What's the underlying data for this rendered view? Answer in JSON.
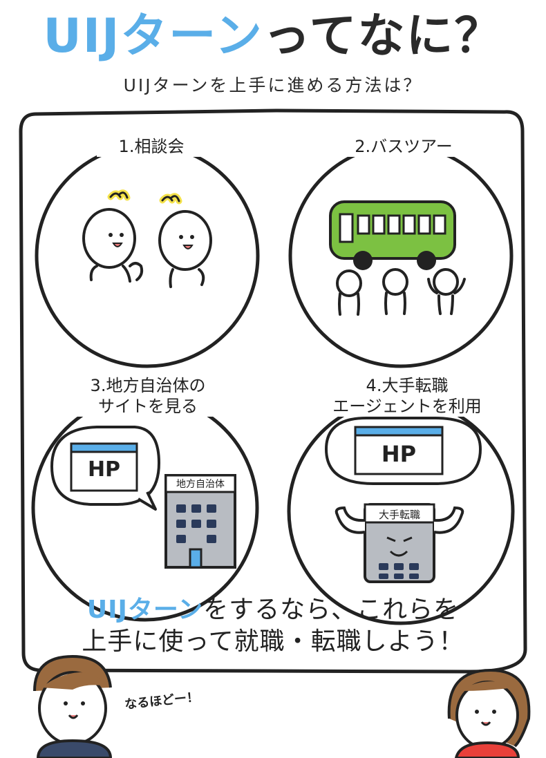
{
  "header": {
    "title_highlight": "UIJターン",
    "title_rest": "ってなに？",
    "subtitle": "UIJターンを上手に進める方法は？"
  },
  "methods": [
    {
      "label": "1.相談会"
    },
    {
      "label": "2.バスツアー"
    },
    {
      "label_line1": "3.地方自治体の",
      "label_line2": "サイトを見る"
    },
    {
      "label_line1": "4.大手転職",
      "label_line2": "エージェントを利用"
    }
  ],
  "signs": {
    "hp": "HP",
    "local_gov": "地方自治体",
    "agent": "大手転職"
  },
  "conclusion": {
    "highlight": "UIJターン",
    "line1_rest": "をするなら、これらを",
    "line2": "上手に使って就職・転職しよう！"
  },
  "character_speech": "なるほどー！",
  "colors": {
    "accent_blue": "#5aaee8",
    "bus_green": "#7cc142",
    "highlight_yellow": "#f4e24a",
    "building_gray": "#b8bcc2",
    "ink": "#222222",
    "red_shirt": "#e8403a",
    "hair_brown": "#9a6a3f"
  }
}
